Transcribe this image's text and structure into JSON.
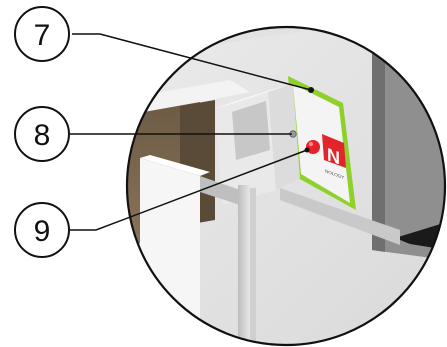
{
  "callouts": [
    {
      "label": "7",
      "target": "green-bordered-sensor-plate"
    },
    {
      "label": "8",
      "target": "plate-mounting-screw"
    },
    {
      "label": "9",
      "target": "red-indicator-button"
    }
  ],
  "logo": {
    "letter": "N",
    "brand_text": "NOLOGY"
  },
  "colors": {
    "accent_green": "#8fd12a",
    "logo_red": "#e0262b",
    "indicator_red": "#e8202a",
    "outline": "#111111"
  }
}
